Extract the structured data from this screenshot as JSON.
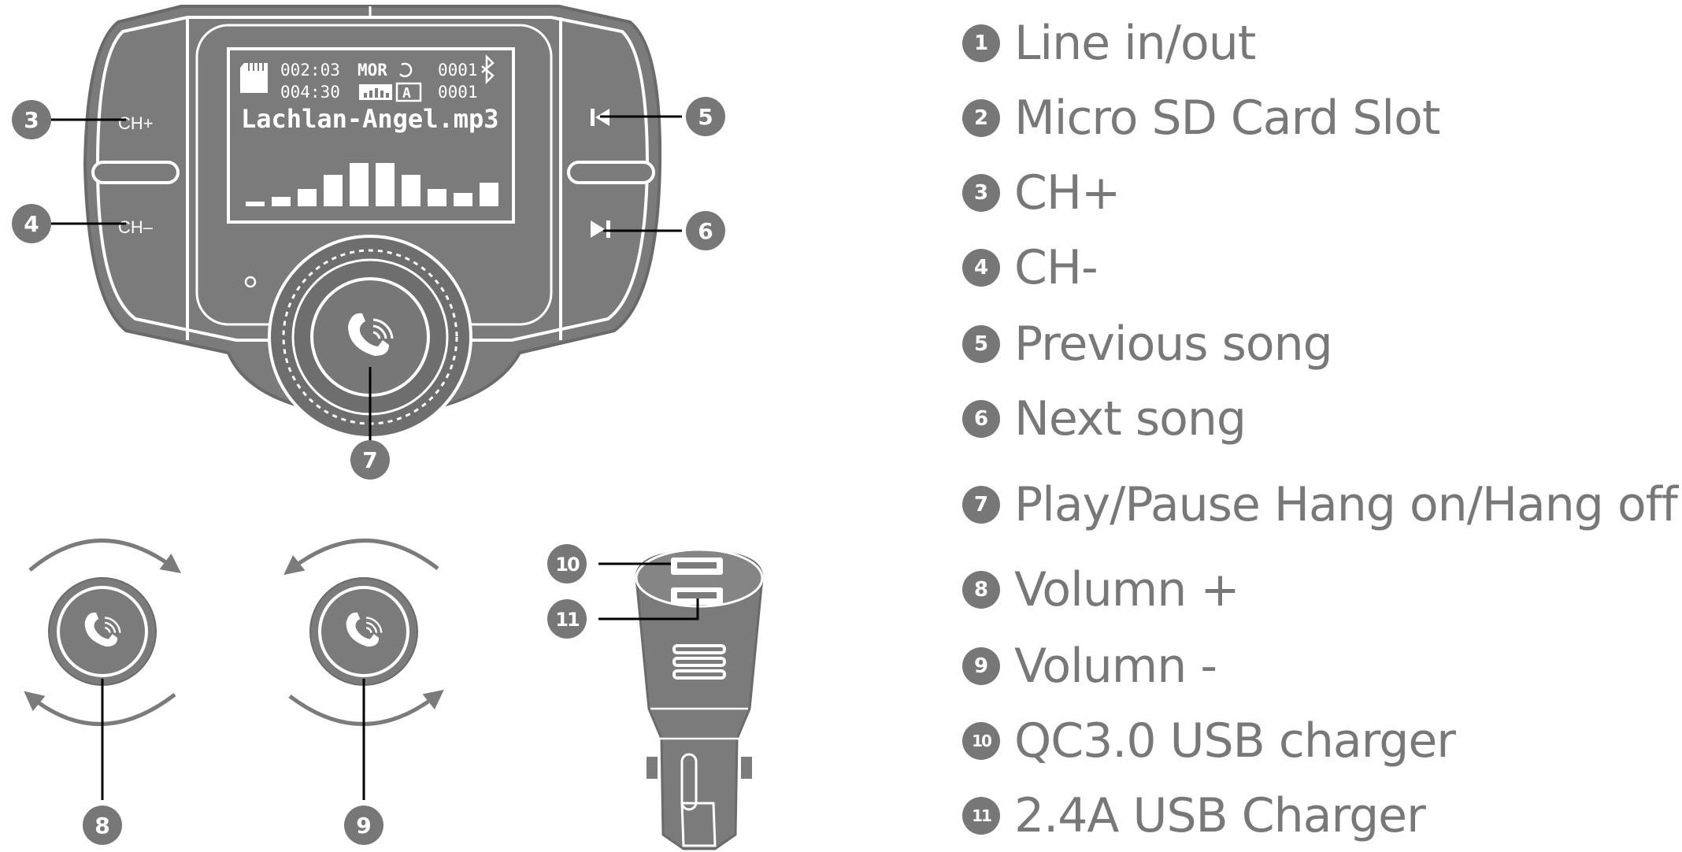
{
  "device": {
    "lcd": {
      "time_elapsed": "002:03",
      "time_total": "004:30",
      "mode_label": "MOR",
      "track_a": "0001",
      "track_b": "0001",
      "eq_mode_badge": "A",
      "filename": "Lachlan-Angel.mp3",
      "eq_levels": [
        0.05,
        0.12,
        0.22,
        0.4,
        0.55,
        0.55,
        0.4,
        0.22,
        0.17,
        0.3
      ]
    },
    "buttons": {
      "ch_plus": "CH+",
      "ch_minus": "CH–"
    }
  },
  "callouts": [
    "3",
    "4",
    "5",
    "6",
    "7",
    "8",
    "9",
    "10",
    "11"
  ],
  "legend": [
    {
      "num": "1",
      "label": "Line in/out"
    },
    {
      "num": "2",
      "label": "Micro SD Card Slot"
    },
    {
      "num": "3",
      "label": "CH+"
    },
    {
      "num": "4",
      "label": "CH-"
    },
    {
      "num": "5",
      "label": "Previous song"
    },
    {
      "num": "6",
      "label": "Next song"
    },
    {
      "num": "7",
      "label": " Play/Pause Hang on/Hang off"
    },
    {
      "num": "8",
      "label": " Volumn +"
    },
    {
      "num": "9",
      "label": " Volumn -"
    },
    {
      "num": "10",
      "label": " QC3.0 USB charger"
    },
    {
      "num": "11",
      "label": " 2.4A USB Charger"
    }
  ],
  "colors": {
    "body": "#7b7b7b",
    "outline": "#ffffff",
    "legend_text": "#787878"
  },
  "icons": [
    "phone-icon",
    "bluetooth-icon",
    "sd-card-icon",
    "previous-icon",
    "next-icon",
    "usb-port-icon"
  ]
}
